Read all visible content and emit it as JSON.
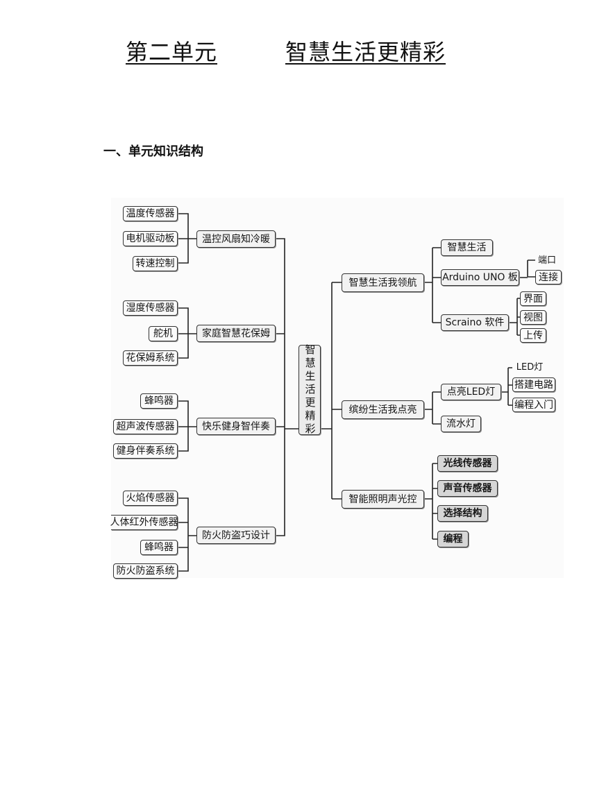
{
  "document": {
    "title_left": "第二单元",
    "title_right": "智慧生活更精彩",
    "section_heading": "一、单元知识结构"
  },
  "mindmap": {
    "center": "智慧生活更精彩",
    "left_branches": [
      {
        "label": "温控风扇知冷暖",
        "items": [
          "温度传感器",
          "电机驱动板",
          "转速控制"
        ]
      },
      {
        "label": "家庭智慧花保姆",
        "items": [
          "湿度传感器",
          "舵机",
          "花保姆系统"
        ]
      },
      {
        "label": "快乐健身智伴奏",
        "items": [
          "蜂鸣器",
          "超声波传感器",
          "健身伴奏系统"
        ]
      },
      {
        "label": "防火防盗巧设计",
        "items": [
          "火焰传感器",
          "人体红外传感器",
          "蜂鸣器",
          "防火防盗系统"
        ]
      }
    ],
    "right_branches": [
      {
        "label": "智慧生活我领航",
        "items": [
          {
            "label": "智慧生活",
            "children": []
          },
          {
            "label": "Arduino UNO 板",
            "children": [
              "端口",
              "连接"
            ]
          },
          {
            "label": "Scraino 软件",
            "children": [
              "界面",
              "视图",
              "上传"
            ]
          }
        ]
      },
      {
        "label": "缤纷生活我点亮",
        "items": [
          {
            "label": "点亮LED灯",
            "children": [
              "LED灯",
              "搭建电路",
              "编程入门"
            ]
          },
          {
            "label": "流水灯",
            "children": []
          }
        ]
      },
      {
        "label": "智能照明声光控",
        "items": [
          {
            "label": "光线传感器",
            "children": []
          },
          {
            "label": "声音传感器",
            "children": []
          },
          {
            "label": "选择结构",
            "children": []
          },
          {
            "label": "编程",
            "children": []
          }
        ]
      }
    ]
  }
}
